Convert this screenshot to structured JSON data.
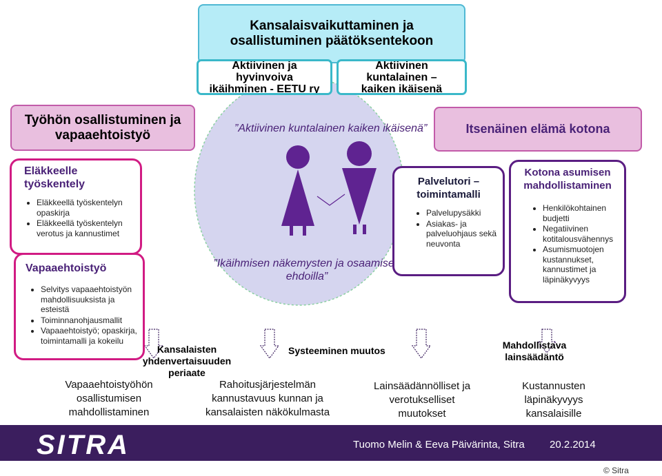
{
  "top": {
    "line1": "Kansalaisvaikuttaminen ja",
    "line2": "osallistuminen päätöksentekoon"
  },
  "mid_left": {
    "line1": "Aktiivinen ja",
    "line2": "hyvinvoiva",
    "line3": "ikäihminen - EETU ry"
  },
  "mid_right": {
    "line1": "Aktiivinen",
    "line2": "kuntalainen –",
    "line3": "kaiken ikäisenä"
  },
  "work": {
    "line1": "Työhön osallistuminen ja",
    "line2": "vapaaehtoistyö"
  },
  "quote_top": "”Aktiivinen kuntalainen kaiken ikäisenä”",
  "independent": "Itsenäinen elämä kotona",
  "retire": {
    "title1": "Eläkkeelle",
    "title2": "työskentely",
    "items": [
      "Eläkkeellä työskentelyn opaskirja",
      "Eläkkeellä työskentelyn verotus ja kannustimet"
    ]
  },
  "volunteer": {
    "title": "Vapaaehtoistyö",
    "items": [
      "Selvitys vapaaehtoistyön mahdollisuuksista ja esteistä",
      "Toiminnanohjausmallit",
      "Vapaaehtoistyö; opaskirja, toimintamalli ja kokeilu"
    ]
  },
  "quote_center": {
    "line1": "”Ikäihmisen näkemysten ja osaamisen",
    "line2": "ehdoilla”"
  },
  "service": {
    "title1": "Palvelutori –",
    "title2": "toimintamalli",
    "items": [
      "Palvelupysäkki",
      "Asiakas- ja palveluohjaus sekä neuvonta"
    ]
  },
  "home": {
    "title1": "Kotona asumisen",
    "title2": "mahdollistaminen",
    "items": [
      "Henkilökohtainen budjetti",
      "Negatiivinen kotitalousvähennys",
      "Asumismuotojen kustannukset, kannustimet ja läpinäkyvyys"
    ]
  },
  "equality": {
    "line1": "Kansalaisten",
    "line2": "yhdenvertaisuuden",
    "line3": "periaate"
  },
  "systemic": "Systeeminen muutos",
  "legislation": {
    "line1": "Mahdollistava",
    "line2": "lainsäädäntö"
  },
  "bottom": {
    "b1": {
      "line1": "Vapaaehtoistyöhön",
      "line2": "osallistumisen",
      "line3": "mahdollistaminen"
    },
    "b2": {
      "line1": "Rahoitusjärjestelmän",
      "line2": "kannustavuus kunnan ja",
      "line3": "kansalaisten näkökulmasta"
    },
    "b3": {
      "line1": "Lainsäädännölliset ja",
      "line2": "verotukselliset",
      "line3": "muutokset"
    },
    "b4": {
      "line1": "Kustannusten",
      "line2": "läpinäkyvyys",
      "line3": "kansalaisille"
    }
  },
  "footer": {
    "logo": "SITRA",
    "authors": "Tuomo Melin & Eeva Päivärinta, Sitra",
    "date": "20.2.2014"
  },
  "copyright": "© Sitra",
  "colors": {
    "figure": "#5f2391",
    "circle": "#d5d5ef",
    "footer": "#3b1e5e",
    "pink": "#d11b83",
    "cyan": "#3ab8c9"
  }
}
